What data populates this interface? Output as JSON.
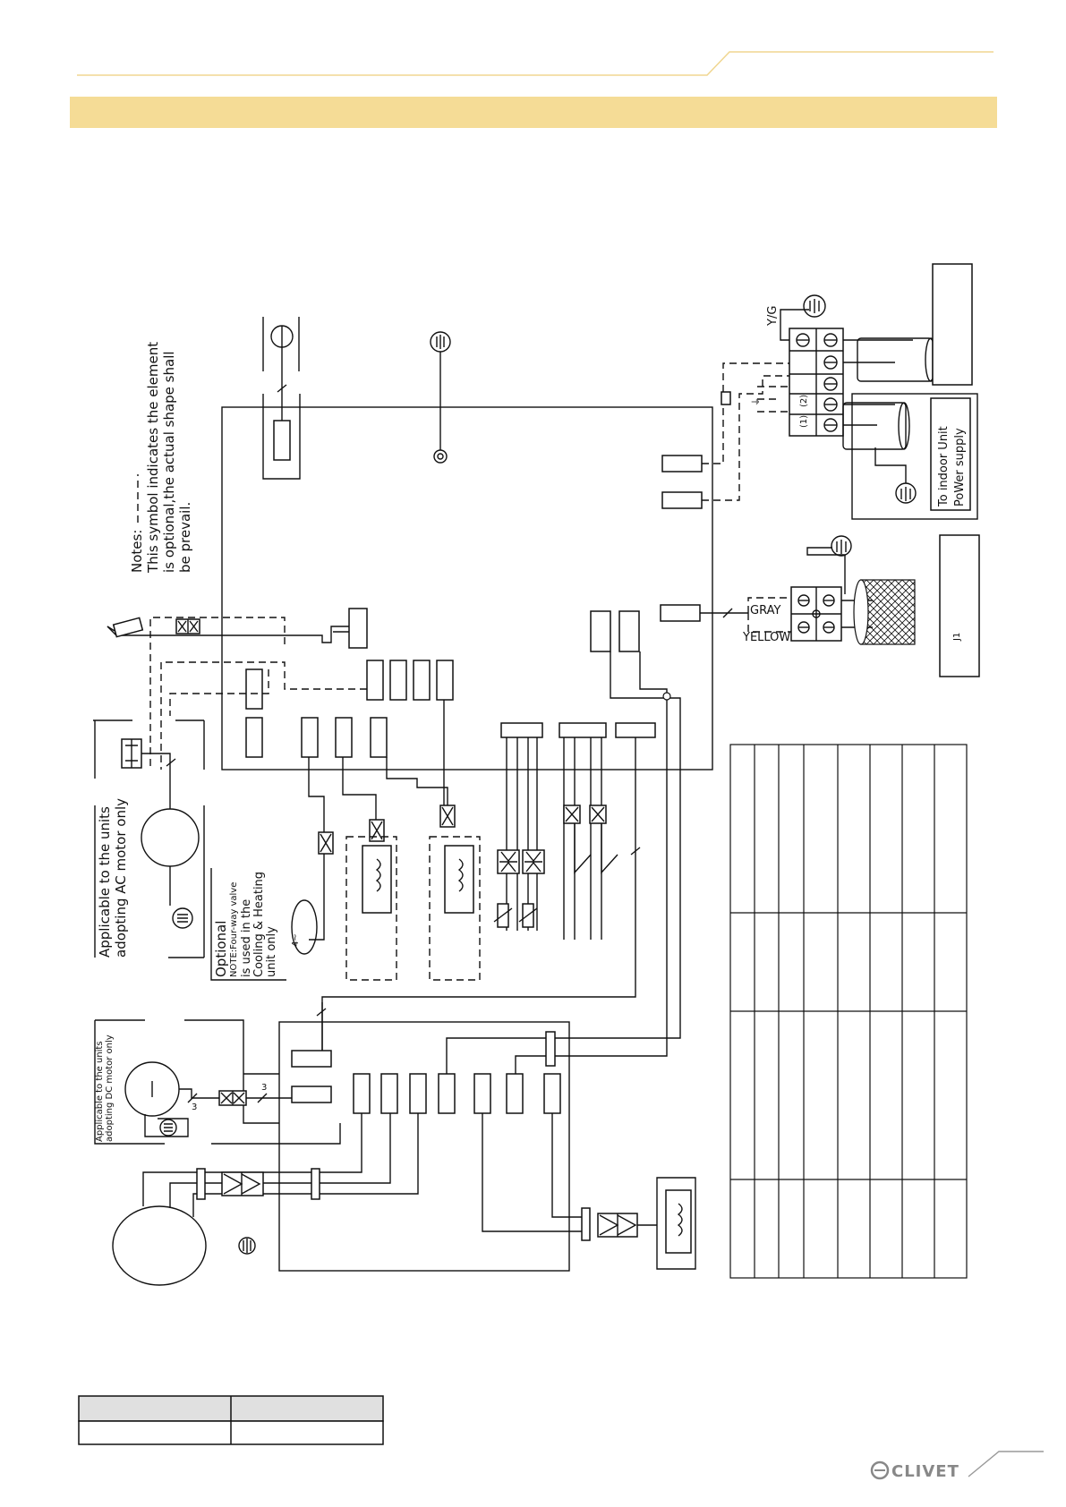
{
  "header": {
    "accent_color": "#f5dc96",
    "line_color": "#f0d690"
  },
  "notes": {
    "line1": "Notes:",
    "line2": "This symbol indicates the element",
    "line3": "is    optional,the  actual  shape shall",
    "line4": "be prevail."
  },
  "labels": {
    "yg": "Y/G",
    "gray": "GRAY",
    "yellow": "YELLOW",
    "j1": "J1",
    "indoor1": "To  indoor   Unit",
    "indoor2": "PoWer supply",
    "ac1": "Applicable to the units",
    "ac2": "adopting AC   motor only",
    "opt": "Optional",
    "opt_note1": "NOTE:Four-way valve",
    "opt_note2": "is used in the",
    "opt_note3": "Cooling & Heating",
    "opt_note4": "unit only",
    "dc1": "Applicable to the units",
    "dc2": "adopting DC  motor only",
    "t1": "(1)",
    "t2": "(2)",
    "fan_4": "4~",
    "n3a": "3",
    "n3b": "3"
  },
  "footer": {
    "brand": "CLIVET"
  }
}
